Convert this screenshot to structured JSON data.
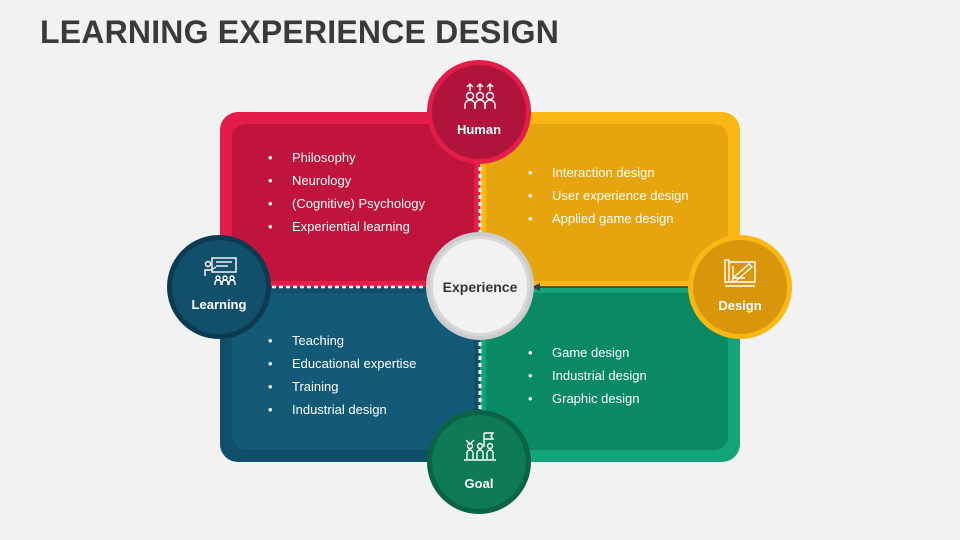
{
  "title": "LEARNING EXPERIENCE DESIGN",
  "center": {
    "label": "Experience"
  },
  "nodes": {
    "human": {
      "label": "Human",
      "icon": "people-arrows-icon",
      "color": "#b0143c"
    },
    "learning": {
      "label": "Learning",
      "icon": "presentation-board-icon",
      "color": "#124f6b"
    },
    "design": {
      "label": "Design",
      "icon": "blueprint-pencil-icon",
      "color": "#d9960a"
    },
    "goal": {
      "label": "Goal",
      "icon": "team-goal-flag-icon",
      "color": "#0e7a56"
    }
  },
  "quadrants": {
    "top_left": {
      "color": "#c0143c",
      "items": [
        "Philosophy",
        "Neurology",
        "(Cognitive) Psychology",
        "Experiential learning"
      ]
    },
    "top_right": {
      "color": "#e6a50e",
      "items": [
        "Interaction design",
        "User experience design",
        "Applied game design"
      ]
    },
    "bottom_left": {
      "color": "#135a78",
      "items": [
        "Teaching",
        "Educational expertise",
        "Training",
        "Industrial design"
      ]
    },
    "bottom_right": {
      "color": "#0a8a62",
      "items": [
        "Game design",
        "Industrial design",
        "Graphic design"
      ]
    }
  }
}
